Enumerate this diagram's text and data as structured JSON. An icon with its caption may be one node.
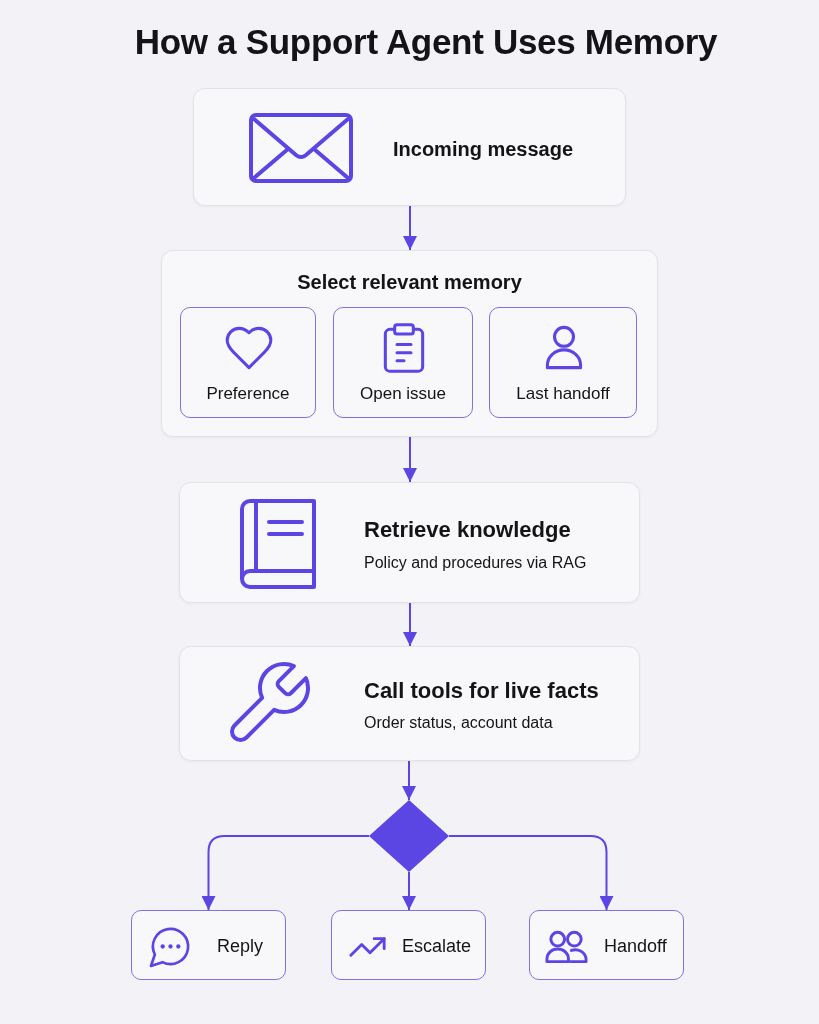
{
  "diagram": {
    "title": "How a Support Agent Uses Memory",
    "nodes": [
      {
        "text": [
          "Incoming message"
        ]
      },
      {
        "text": [
          "Select relevant memory"
        ]
      },
      {
        "text": [
          "Preference"
        ],
        "in": 1
      },
      {
        "text": [
          "Open issue"
        ],
        "in": 1
      },
      {
        "text": [
          "Last handoff"
        ],
        "in": 1
      },
      {
        "text": [
          "Retrieve knowledge",
          "Policy and procedures via RAG"
        ]
      },
      {
        "text": [
          "Call tools for live facts",
          "Order status, account data"
        ]
      },
      {
        "text": [],
        "shape": "diamond"
      },
      {
        "text": [
          "Reply"
        ]
      },
      {
        "text": [
          "Escalate"
        ]
      },
      {
        "text": [
          "Handoff"
        ]
      }
    ],
    "edges": [
      {
        "from": 0,
        "to": 1,
        "arrow": "to"
      },
      {
        "from": 1,
        "to": 5,
        "arrow": "to"
      },
      {
        "from": 5,
        "to": 6,
        "arrow": "to"
      },
      {
        "from": 6,
        "to": 7,
        "arrow": "to"
      },
      {
        "from": 7,
        "to": 8,
        "arrow": "to"
      },
      {
        "from": 7,
        "to": 9,
        "arrow": "to"
      },
      {
        "from": 7,
        "to": 10,
        "arrow": "to"
      }
    ]
  }
}
